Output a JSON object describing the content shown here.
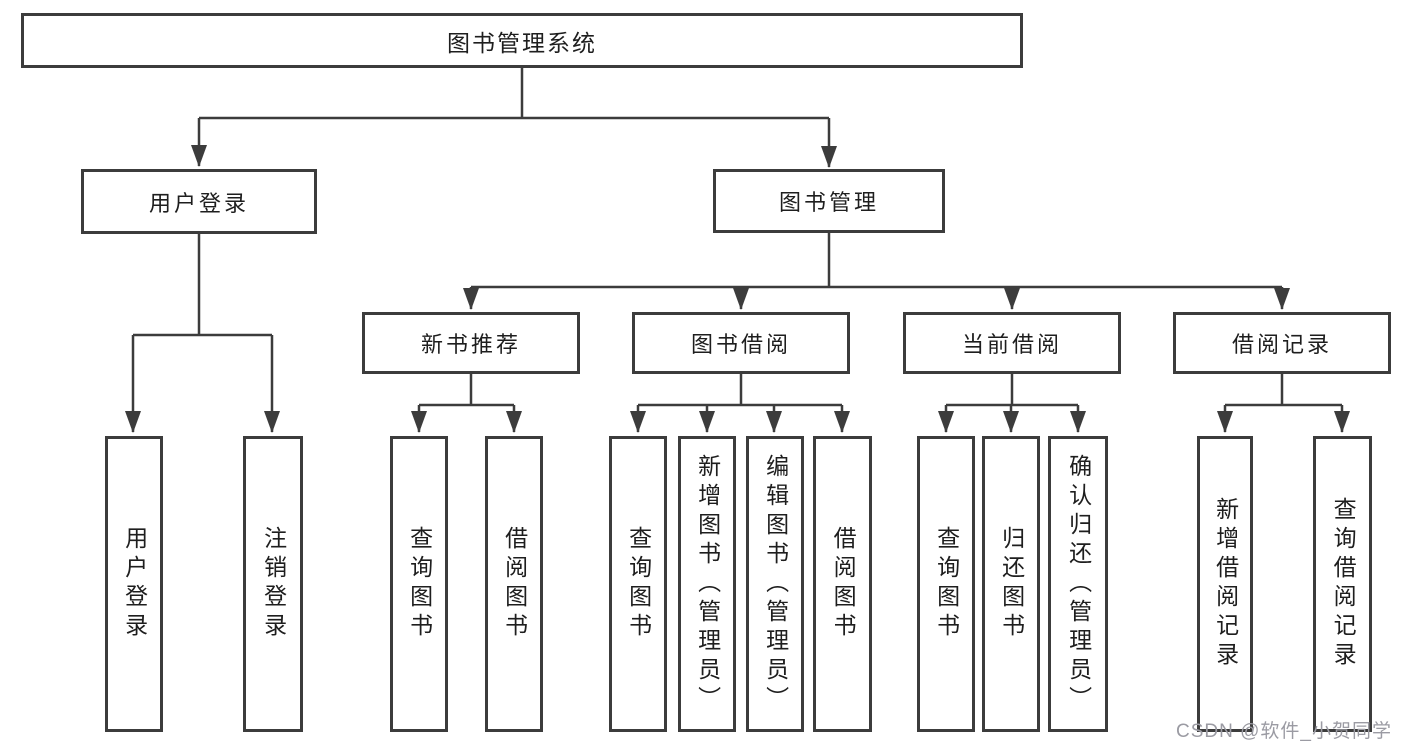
{
  "nodes": {
    "root": "图书管理系统",
    "l2": [
      "用户登录",
      "图书管理"
    ],
    "l3": [
      "新书推荐",
      "图书借阅",
      "当前借阅",
      "借阅记录"
    ],
    "leaves": [
      [
        "用户登录",
        "注销登录"
      ],
      [
        "查询图书",
        "借阅图书"
      ],
      [
        "查询图书",
        "新增图书（管理员）",
        "编辑图书（管理员）",
        "借阅图书"
      ],
      [
        "查询图书",
        "归还图书",
        "确认归还（管理员）"
      ],
      [
        "新增借阅记录",
        "查询借阅记录"
      ]
    ]
  },
  "watermark": "CSDN @软件_小贺同学",
  "colors": {
    "line": "#3c3c3c",
    "text": "#1e1e1e",
    "watermark": "#9b9ba3",
    "background": "#ffffff"
  }
}
